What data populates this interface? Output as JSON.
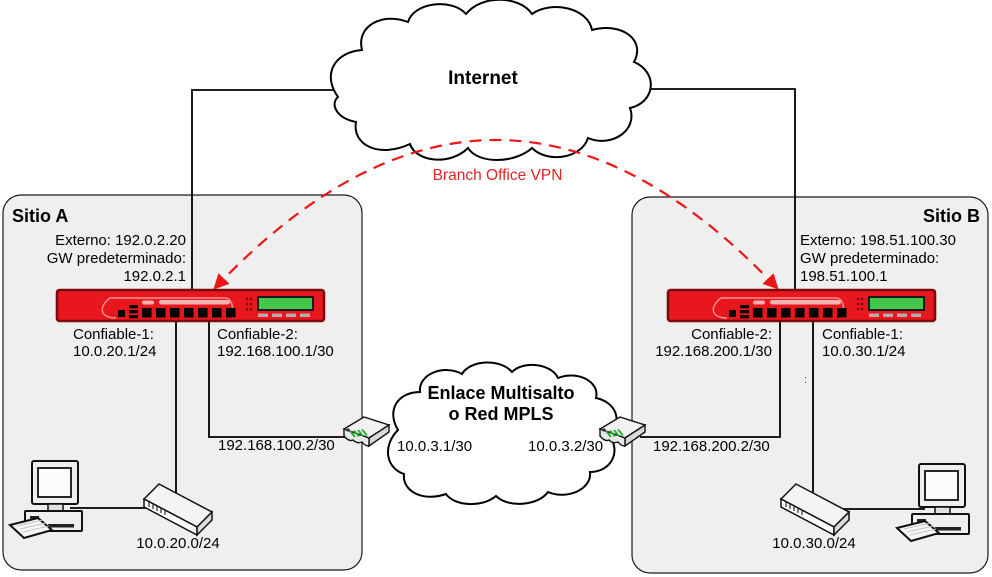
{
  "internet": {
    "label": "Internet"
  },
  "vpn": {
    "label": "Branch Office VPN"
  },
  "mpls_cloud": {
    "label_line1": "Enlace Multisalto",
    "label_line2": "o Red MPLS"
  },
  "mpls_router_a": {
    "ip": "10.0.3.1/30"
  },
  "mpls_router_b": {
    "ip": "10.0.3.2/30"
  },
  "site_a": {
    "title": "Sitio A",
    "external": "Externo: 192.0.2.20",
    "gateway_label": "GW predeterminado:",
    "gateway_ip": "192.0.2.1",
    "interface1_label": "Confiable-1:",
    "interface1_ip": "10.0.20.1/24",
    "interface2_label": "Confiable-2:",
    "interface2_ip": "192.168.100.1/30",
    "wan_link_ip": "192.168.100.2/30",
    "lan_subnet": "10.0.20.0/24"
  },
  "site_b": {
    "title": "Sitio B",
    "external": "Externo: 198.51.100.30",
    "gateway_label": "GW predeterminado:",
    "gateway_ip": "198.51.100.1",
    "interface2_label": "Confiable-2:",
    "interface2_ip": "192.168.200.1/30",
    "interface1_label": "Confiable-1:",
    "interface1_ip": "10.0.30.1/24",
    "wan_link_ip": "192.168.200.2/30",
    "lan_subnet": "10.0.30.0/24",
    "stray_mark": ":"
  },
  "colors": {
    "vpn_dash_red": "#ee1515",
    "vpn_text_red": "#e02424",
    "firewall_body_red": "#e8161d",
    "firewall_border_dark_red": "#7a0c10",
    "lcd_green": "#44c54b",
    "site_box_fill": "#efefef",
    "line_black": "#000000"
  }
}
